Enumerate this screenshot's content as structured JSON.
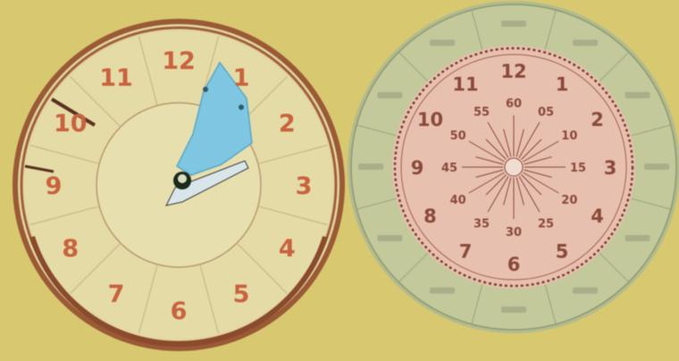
{
  "scene": {
    "description_colors": {
      "background": "#d8c970",
      "left_face": "#e5dba6",
      "left_rim": "#8a4a2c",
      "left_numeral": "#c8623f",
      "hand_blue": "#7ec6e2",
      "right_outer_ring": "#c3c99b",
      "right_inner_face": "#e8c0b0",
      "right_numeral": "#8a4a3a",
      "dashed_ring": "#7a3e2e"
    }
  },
  "left_clock": {
    "numerals": [
      "12",
      "1",
      "2",
      "3",
      "4",
      "5",
      "6",
      "7",
      "8",
      "9",
      "10",
      "11"
    ]
  },
  "right_clock": {
    "outer_numerals": [
      "12",
      "1",
      "2",
      "3",
      "4",
      "5",
      "6",
      "7",
      "8",
      "9",
      "10",
      "11"
    ],
    "inner_numerals": [
      "60",
      "05",
      "10",
      "15",
      "20",
      "25",
      "30",
      "35",
      "40",
      "45",
      "50",
      "55"
    ]
  }
}
